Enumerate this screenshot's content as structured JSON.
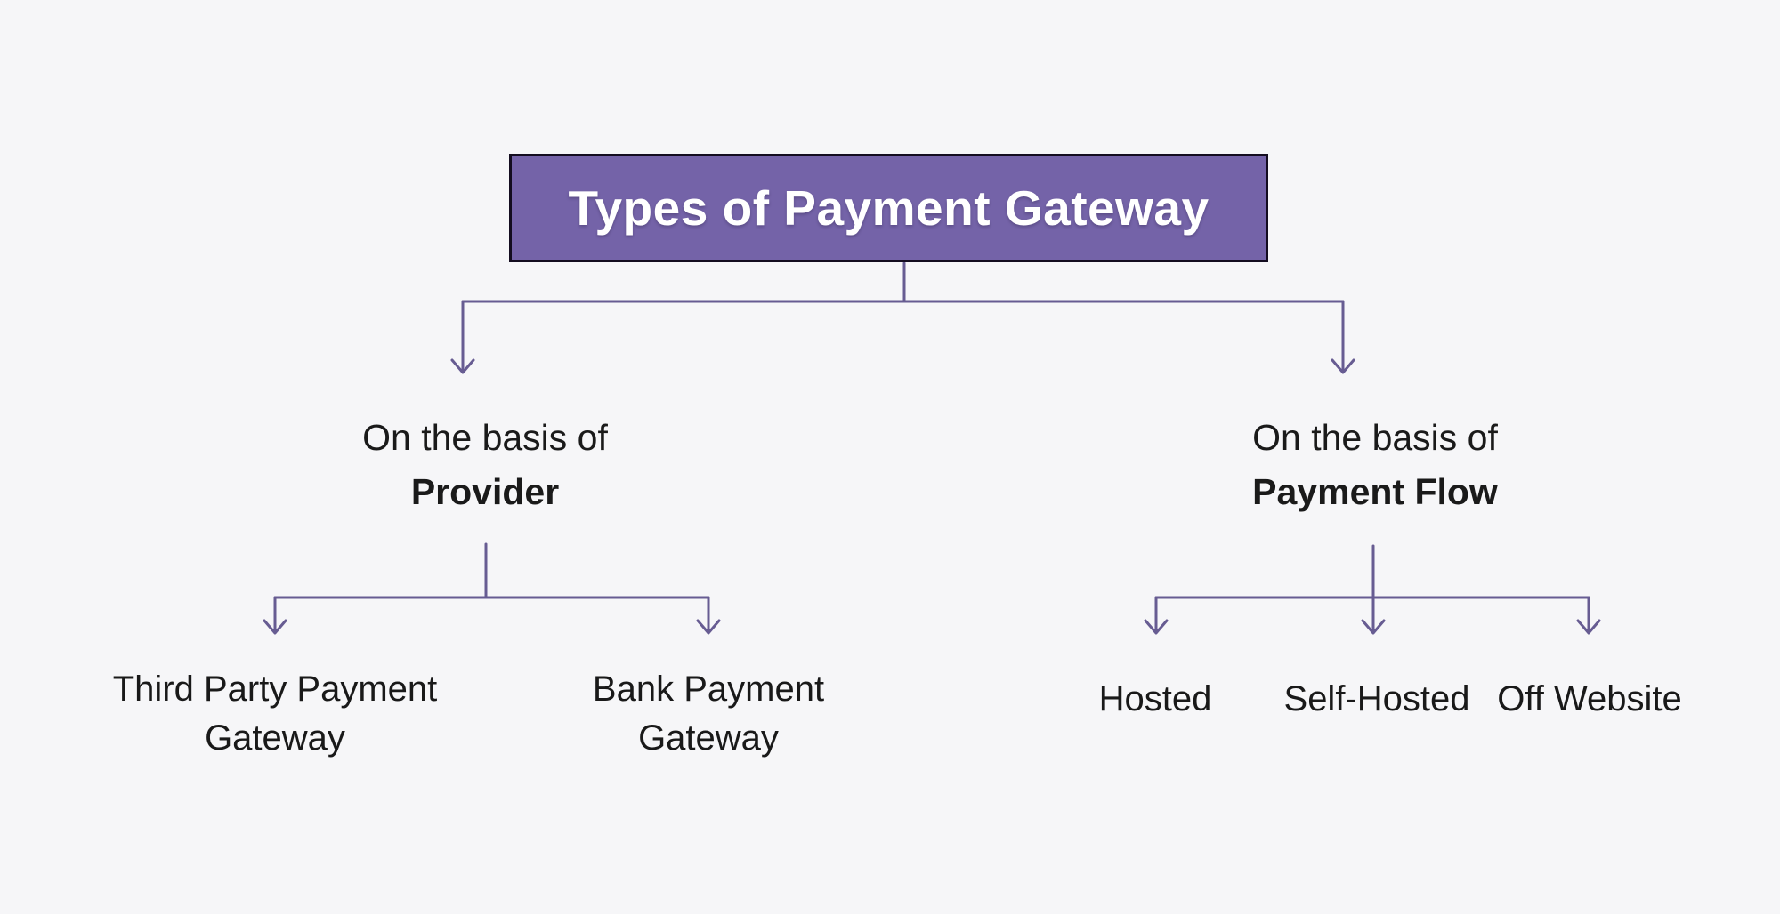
{
  "colors": {
    "background": "#f6f6f8",
    "accent_purple": "#7463a8",
    "box_border": "#140d20",
    "connector_line": "#675c92",
    "title_text": "#ffffff",
    "label_text": "#1a1a1a"
  },
  "title": {
    "label": "Types of Payment Gateway"
  },
  "branches": [
    {
      "prefix": "On the basis of",
      "name": "Provider",
      "children": [
        {
          "line1": "Third Party Payment",
          "line2": "Gateway"
        },
        {
          "line1": "Bank Payment",
          "line2": "Gateway"
        }
      ]
    },
    {
      "prefix": "On the basis of",
      "name": "Payment Flow",
      "children": [
        {
          "line1": "Hosted"
        },
        {
          "line1": "Self-Hosted"
        },
        {
          "line1": "Off Website"
        }
      ]
    }
  ]
}
